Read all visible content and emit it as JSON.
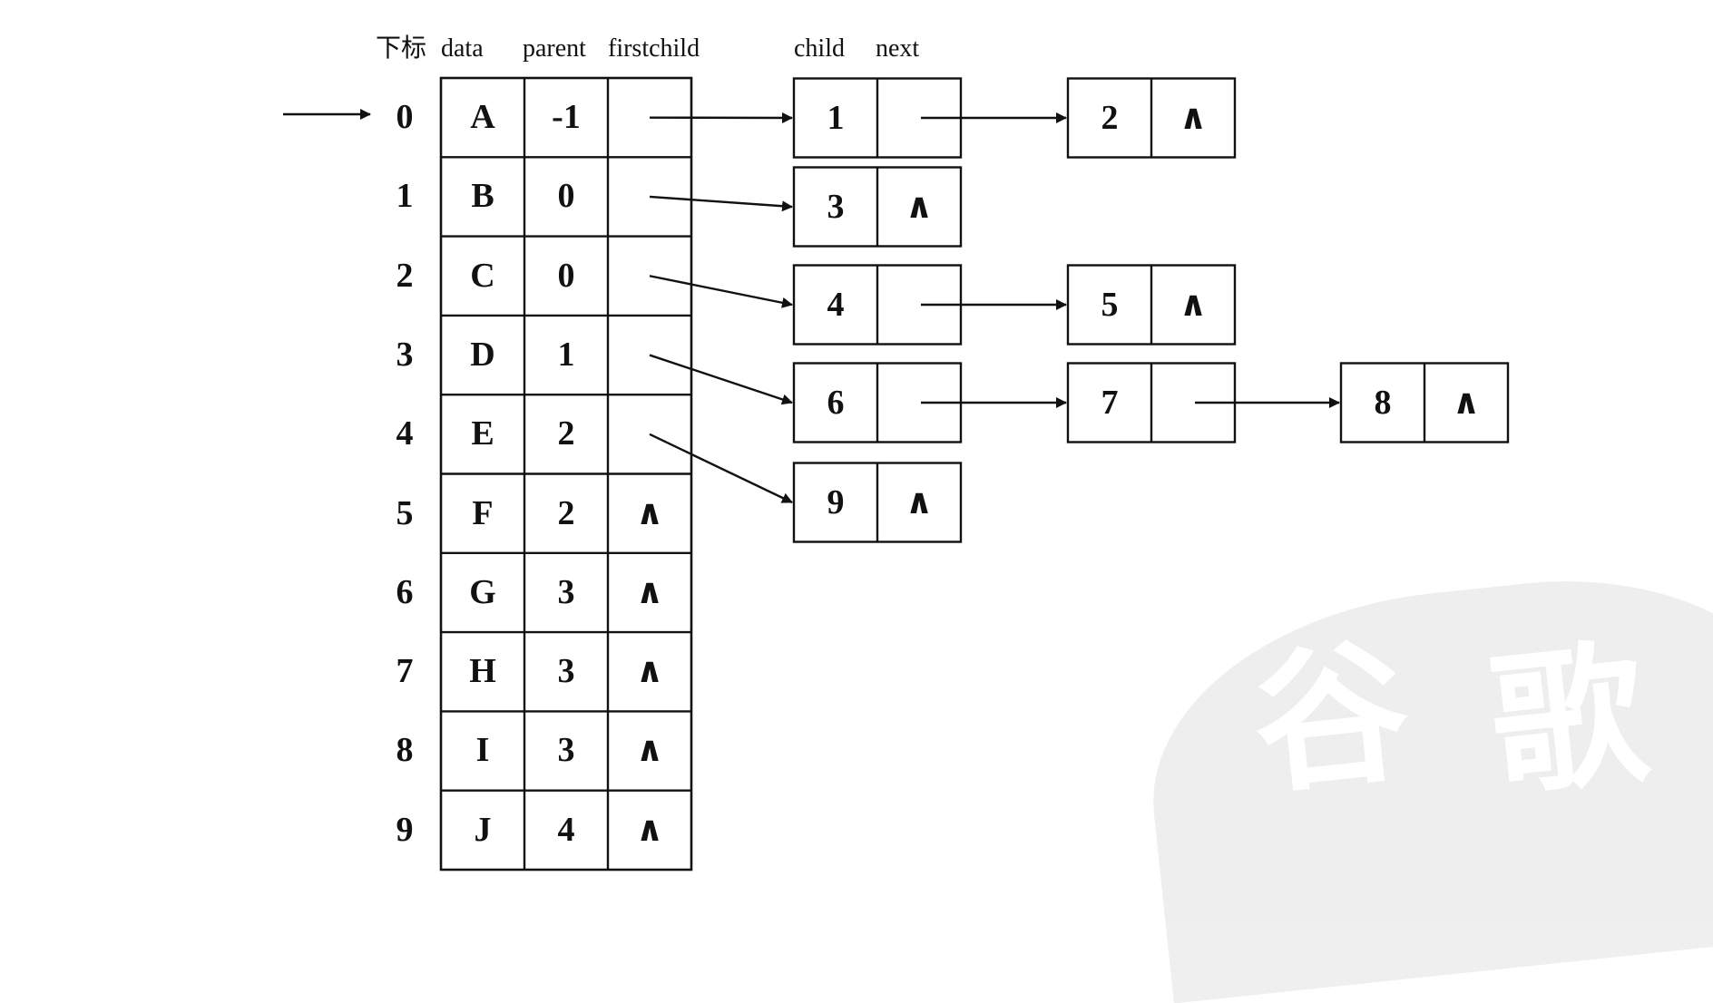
{
  "headers": {
    "index": "下标",
    "data": "data",
    "parent": "parent",
    "firstchild": "firstchild",
    "child": "child",
    "next": "next"
  },
  "nodes": [
    {
      "index": "0",
      "data": "A",
      "parent": "-1",
      "firstchild": ""
    },
    {
      "index": "1",
      "data": "B",
      "parent": "0",
      "firstchild": ""
    },
    {
      "index": "2",
      "data": "C",
      "parent": "0",
      "firstchild": ""
    },
    {
      "index": "3",
      "data": "D",
      "parent": "1",
      "firstchild": ""
    },
    {
      "index": "4",
      "data": "E",
      "parent": "2",
      "firstchild": ""
    },
    {
      "index": "5",
      "data": "F",
      "parent": "2",
      "firstchild": "∧"
    },
    {
      "index": "6",
      "data": "G",
      "parent": "3",
      "firstchild": "∧"
    },
    {
      "index": "7",
      "data": "H",
      "parent": "3",
      "firstchild": "∧"
    },
    {
      "index": "8",
      "data": "I",
      "parent": "3",
      "firstchild": "∧"
    },
    {
      "index": "9",
      "data": "J",
      "parent": "4",
      "firstchild": "∧"
    }
  ],
  "child_lists": [
    {
      "owner": "0",
      "children": [
        {
          "child": "1",
          "next": ""
        },
        {
          "child": "2",
          "next": "∧"
        }
      ]
    },
    {
      "owner": "1",
      "children": [
        {
          "child": "3",
          "next": "∧"
        }
      ]
    },
    {
      "owner": "2",
      "children": [
        {
          "child": "4",
          "next": ""
        },
        {
          "child": "5",
          "next": "∧"
        }
      ]
    },
    {
      "owner": "3",
      "children": [
        {
          "child": "6",
          "next": ""
        },
        {
          "child": "7",
          "next": ""
        },
        {
          "child": "8",
          "next": "∧"
        }
      ]
    },
    {
      "owner": "4",
      "children": [
        {
          "child": "9",
          "next": "∧"
        }
      ]
    }
  ],
  "colors": {
    "line": "#111111",
    "watermark": "#ececec"
  }
}
